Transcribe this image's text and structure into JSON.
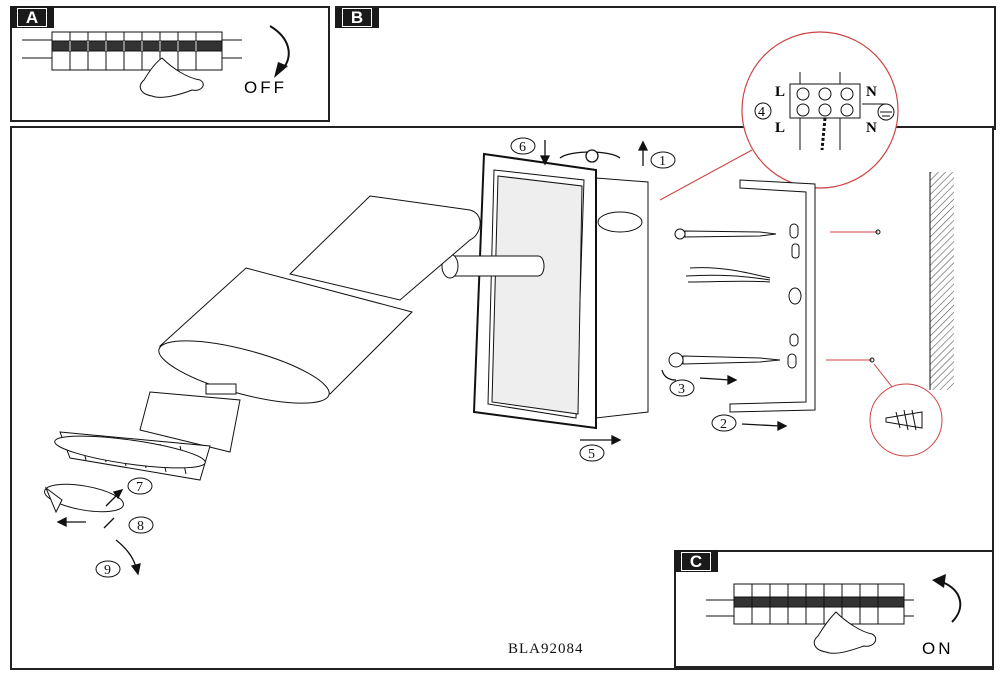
{
  "panels": {
    "a": {
      "label": "A",
      "switch_label": "OFF"
    },
    "b": {
      "label": "B"
    },
    "c": {
      "label": "C",
      "switch_label": "ON"
    }
  },
  "wiring": {
    "top_left": "L",
    "top_right": "N",
    "bottom_left": "L",
    "bottom_right": "N",
    "step": "4"
  },
  "steps": [
    "1",
    "2",
    "3",
    "4",
    "5",
    "6",
    "7",
    "8",
    "9"
  ],
  "model_code": "BLA92084"
}
